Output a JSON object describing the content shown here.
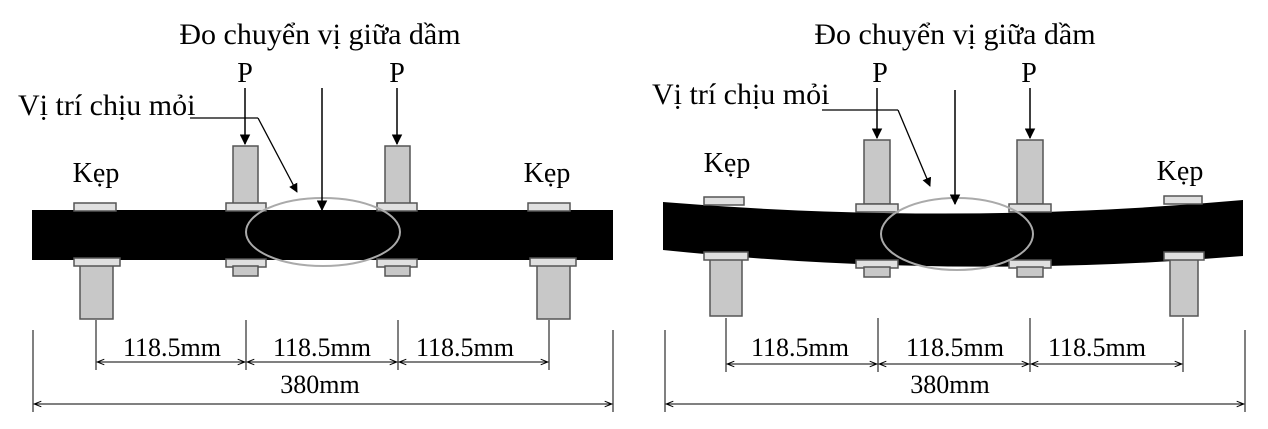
{
  "panels": [
    {
      "title": "Đo chuyển vị giữa dầm",
      "load_left": "P",
      "load_right": "P",
      "fatigue_label": "Vị trí chịu mỏi",
      "clamp_left": "Kẹp",
      "clamp_right": "Kẹp",
      "dim_1": "118.5mm",
      "dim_2": "118.5mm",
      "dim_3": "118.5mm",
      "dim_total": "380mm"
    },
    {
      "title": "Đo chuyển vị giữa dầm",
      "load_left": "P",
      "load_right": "P",
      "fatigue_label": "Vị trí chịu mỏi",
      "clamp_left": "Kẹp",
      "clamp_right": "Kẹp",
      "dim_1": "118.5mm",
      "dim_2": "118.5mm",
      "dim_3": "118.5mm",
      "dim_total": "380mm"
    }
  ],
  "colors": {
    "beam": "#000000",
    "support": "#c8c8c8",
    "outline": "#555555",
    "ellipse": "#aaaaaa"
  }
}
